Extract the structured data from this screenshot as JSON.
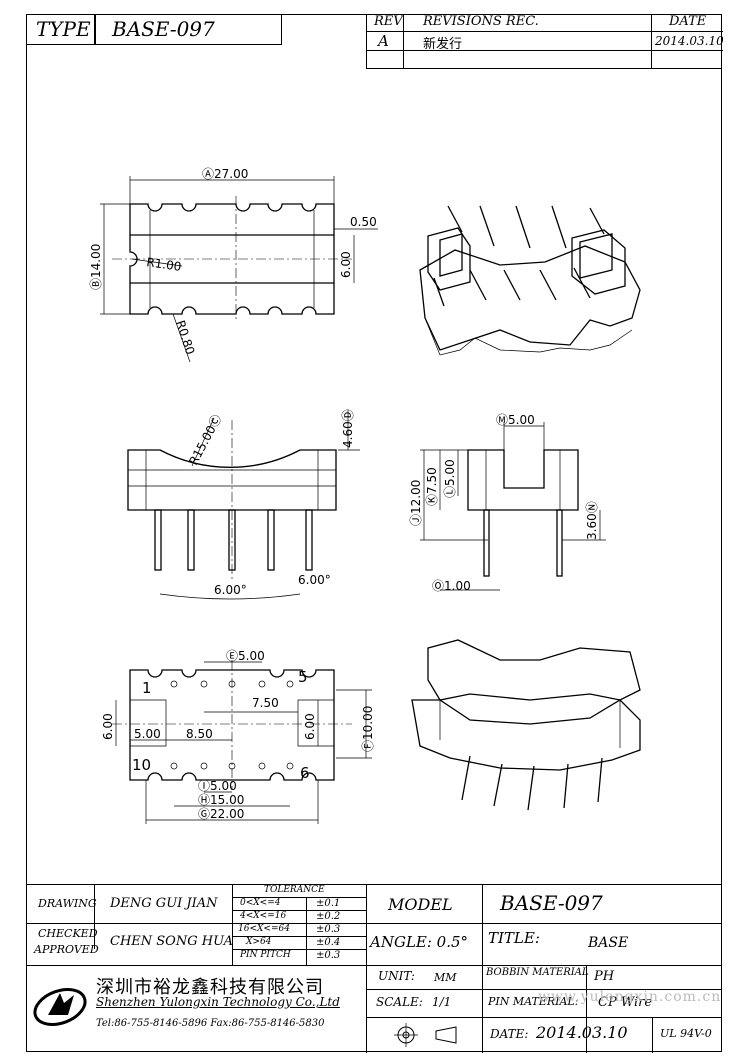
{
  "header": {
    "type_label": "TYPE",
    "type_value": "BASE-097",
    "rev_label": "REV",
    "revisions_label": "REVISIONS REC.",
    "date_label": "DATE",
    "rev_value": "A",
    "revision_text": "新发行",
    "rev_date": "2014.03.10"
  },
  "dimensions": {
    "top_view": {
      "width": "27.00",
      "width_marker": "A",
      "height": "14.00",
      "height_marker": "B",
      "slot_gap": "0.50",
      "slot_width": "6.00",
      "radius_1": "R1.00",
      "radius_2": "R0.80"
    },
    "front_view": {
      "radius": "R15.00",
      "radius_marker": "C",
      "depth": "4.60",
      "depth_marker": "D",
      "angle_1": "6.00°",
      "angle_2": "6.00°"
    },
    "side_view": {
      "slot": "5.00",
      "slot_marker": "M",
      "height_total": "12.00",
      "height_total_marker": "J",
      "height_mid": "7.50",
      "height_mid_marker": "K",
      "height_inner": "5.00",
      "height_inner_marker": "L",
      "pin_length": "3.60",
      "pin_length_marker": "N",
      "pin_dia": "1.00",
      "pin_dia_marker": "O"
    },
    "bottom_view": {
      "pin_spacing_top": "5.00",
      "pin_spacing_top_marker": "E",
      "span": "7.50",
      "left_height": "6.00",
      "left_width": "5.00",
      "center_width": "8.50",
      "right_height": "6.00",
      "total_height": "10.00",
      "total_height_marker": "F",
      "pitch": "5.00",
      "pitch_marker": "I",
      "pin_row": "15.00",
      "pin_row_marker": "H",
      "total_width": "22.00",
      "total_width_marker": "G",
      "pin_labels": [
        "1",
        "5",
        "10",
        "6"
      ]
    }
  },
  "title_block": {
    "drawing_label": "DRAWING",
    "drawing_name": "DENG GUI JIAN",
    "checked_label": "CHECKED",
    "approved_label": "APPROVED",
    "checked_name": "CHEN SONG HUA",
    "tolerance_title": "TOLERANCE",
    "tolerances": [
      {
        "range": "0<X<=4",
        "value": "±0.1"
      },
      {
        "range": "4<X<=16",
        "value": "±0.2"
      },
      {
        "range": "16<X<=64",
        "value": "±0.3"
      },
      {
        "range": "X>64",
        "value": "±0.4"
      },
      {
        "range": "PIN PITCH",
        "value": "±0.3"
      }
    ],
    "model_label": "MODEL",
    "model_value": "BASE-097",
    "angle_label": "ANGLE: 0.5°",
    "title_label": "TITLE:",
    "title_value": "BASE",
    "company_cn": "深圳市裕龙鑫科技有限公司",
    "company_en": "Shenzhen Yulongxin Technology Co.,Ltd",
    "company_tel": "Tel:86-755-8146-5896  Fax:86-755-8146-5830",
    "unit_label": "UNIT:",
    "unit_value": "MM",
    "scale_label": "SCALE:",
    "scale_value": "1/1",
    "bobbin_label": "BOBBIN MATERIAL",
    "bobbin_value": "PH",
    "pin_label": "PIN MATERIAL:",
    "pin_value": "CP Wire",
    "date_label": "DATE:",
    "date_value": "2014.03.10",
    "ul_value": "UL 94V-0",
    "watermark": "www.yulongxin.com.cn"
  }
}
